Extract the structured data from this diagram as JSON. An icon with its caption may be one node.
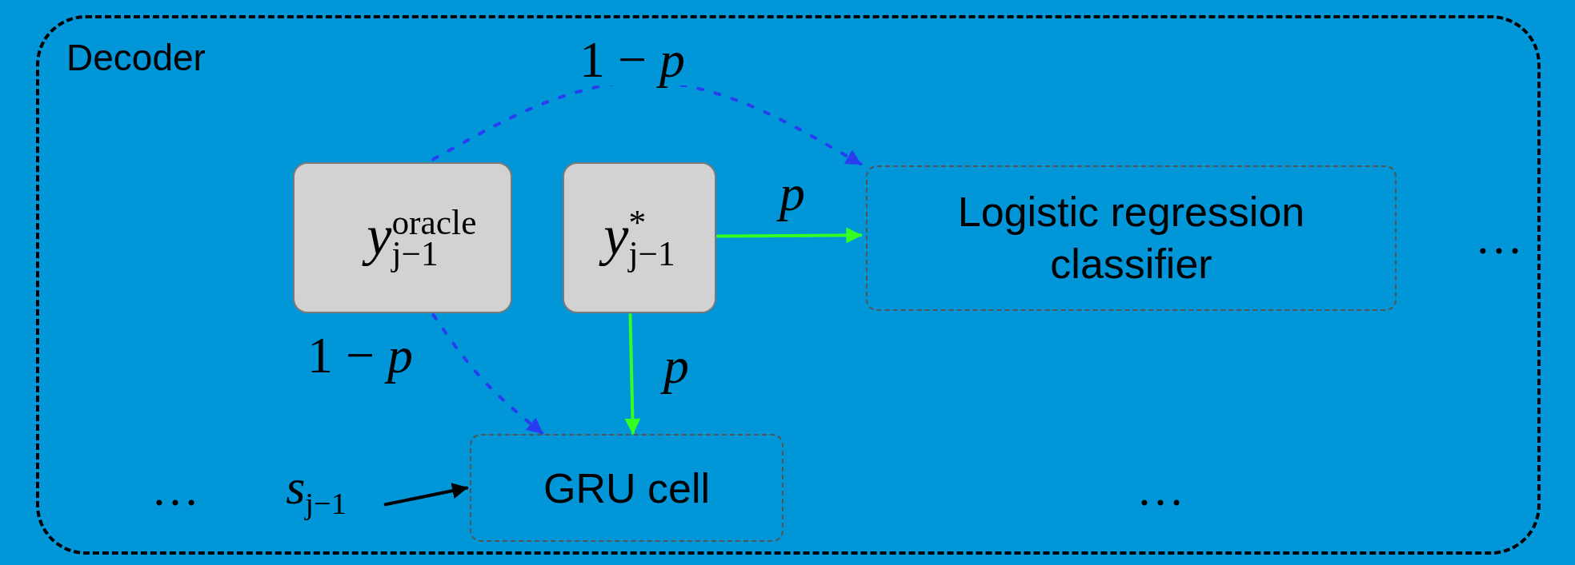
{
  "diagram": {
    "nodes": [
      {
        "text": [
          "Decoder"
        ]
      },
      {
        "text": [
          "*y*$^{oracle}$$_{j−1}$"
        ],
        "in": 0
      },
      {
        "text": [
          "*y*$^{*}$$_{j−1}$"
        ],
        "in": 0
      },
      {
        "text": [
          "Logistic regression classifier"
        ],
        "in": 0
      },
      {
        "text": [
          "GRU cell"
        ],
        "in": 0
      },
      {
        "text": [
          "*s*$_{j−1}$"
        ],
        "in": 0
      }
    ],
    "edges": [
      {
        "from": 1,
        "to": 3,
        "arrow": "to",
        "label": "1 − *p*",
        "style": "dashed",
        "color": "#2a3cf0"
      },
      {
        "from": 2,
        "to": 3,
        "arrow": "to",
        "label": "*p*",
        "color": "#33ff22"
      },
      {
        "from": 2,
        "to": 4,
        "arrow": "to",
        "label": "*p*",
        "color": "#33ff22"
      },
      {
        "from": 1,
        "to": 4,
        "arrow": "to",
        "label": "1 − *p*",
        "style": "dashed",
        "color": "#2a3cf0"
      },
      {
        "from": 5,
        "to": 4,
        "arrow": "to",
        "color": "#000000"
      }
    ],
    "labels": [
      "…",
      "…",
      "…"
    ]
  }
}
